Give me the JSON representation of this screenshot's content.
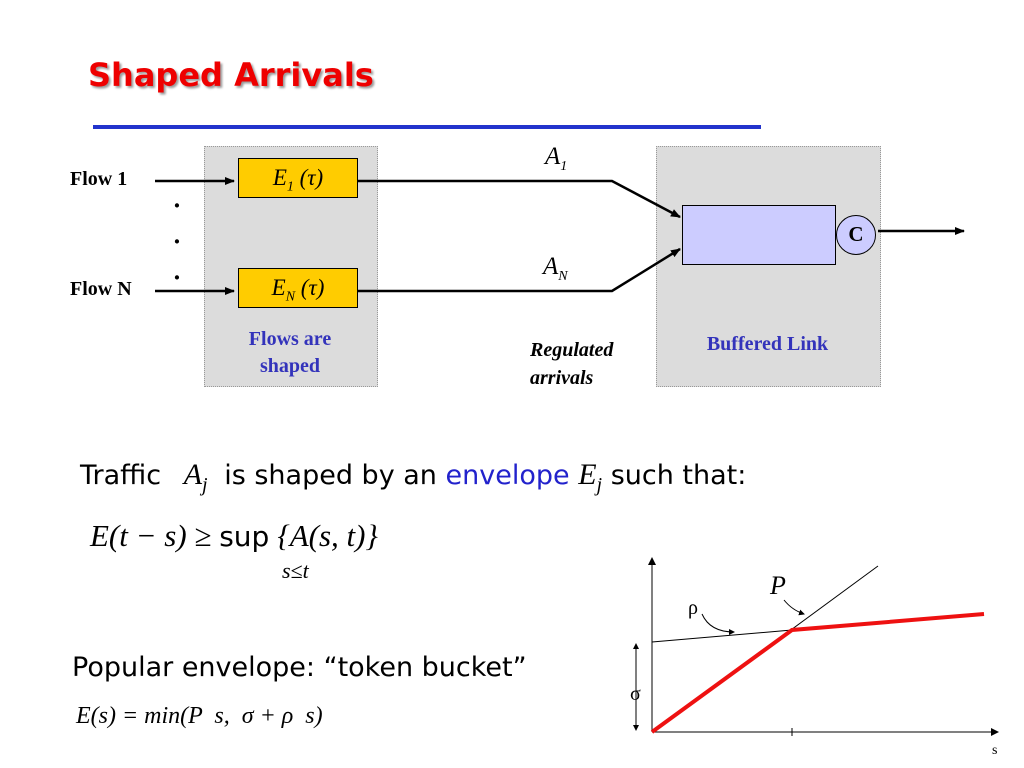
{
  "slide": {
    "title": "Shaped Arrivals"
  },
  "diagram": {
    "flow1_label": "Flow 1",
    "flowN_label": "Flow N",
    "dots": "·",
    "envelope1_main": "E",
    "envelope1_sub": "1",
    "envelope_arg": "(τ)",
    "envelopeN_main": "E",
    "envelopeN_sub": "N",
    "arrival1_main": "A",
    "arrival1_sub": "1",
    "arrivalN_main": "A",
    "arrivalN_sub": "N",
    "shaped_caption_line1": "Flows are",
    "shaped_caption_line2": "shaped",
    "regulated_line1": "Regulated",
    "regulated_line2": "arrivals",
    "buffered_caption": "Buffered Link",
    "capacity_label": "C"
  },
  "text": {
    "traffic_word": "Traffic",
    "traffic_symbol": "A",
    "traffic_sub": "j",
    "shaped_by": "is shaped by an",
    "envelope_word": "envelope",
    "envelope_symbol": "E",
    "envelope_sub": "j",
    "such_that": "such that:",
    "formula_lhs": "E(t − s) ≥ ",
    "formula_sup": "sup",
    "formula_rhs": "{A(s, t)}",
    "formula_sub": "s≤t",
    "popular": "Popular envelope: “token bucket”",
    "token_formula": "E(s) = min(P  s,  σ + ρ  s)"
  },
  "graph": {
    "peak_label": "P",
    "rho_label": "ρ",
    "sigma_label": "σ",
    "s_label": "s"
  },
  "colors": {
    "title": "#ee0000",
    "blue_text": "#2222cc",
    "envelope_box": "#ffcc00",
    "link_box": "#ccccff",
    "rule": "#2233cc",
    "curve": "#ee1111"
  }
}
